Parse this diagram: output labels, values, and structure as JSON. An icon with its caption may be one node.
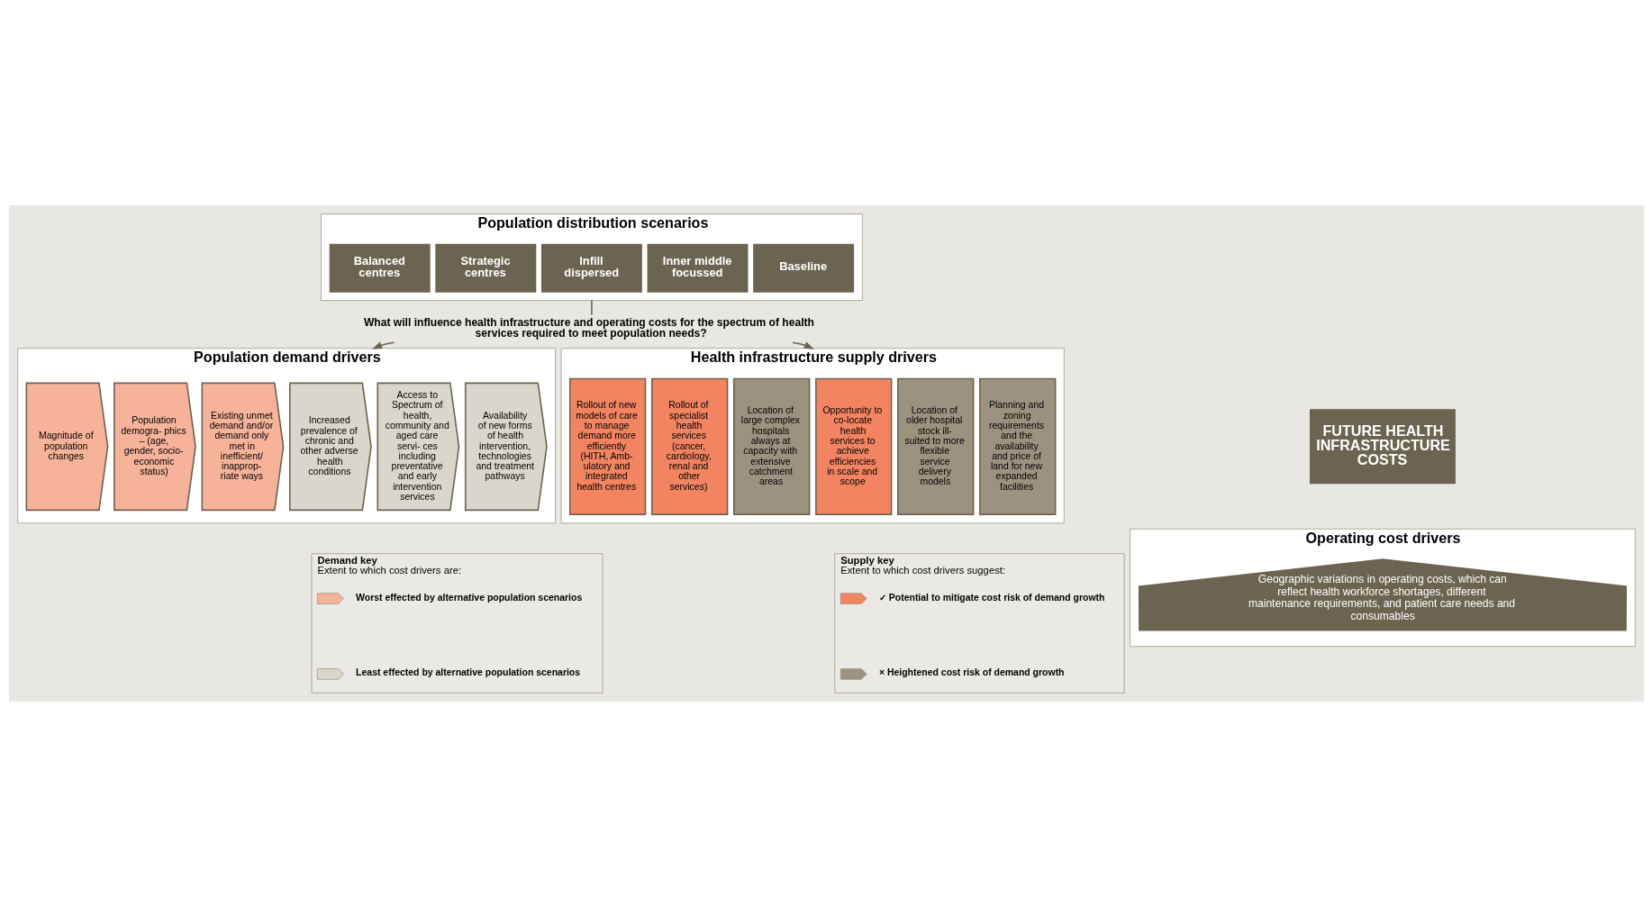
{
  "diagram": {
    "nodes": [
      {
        "text": [
          "Population distribution scenarios"
        ]
      },
      {
        "text": [
          "Balanced centres"
        ],
        "in": 0
      },
      {
        "text": [
          "Strategic centres"
        ],
        "in": 0
      },
      {
        "text": [
          "Infill dispersed"
        ],
        "in": 0
      },
      {
        "text": [
          "Inner middle focussed"
        ],
        "in": 0
      },
      {
        "text": [
          "Baseline"
        ],
        "in": 0
      },
      {
        "text": [
          "What will influence health infrastructure and operating costs for the spectrum of health services required to meet population needs?"
        ]
      },
      {
        "text": [
          "Population demand drivers"
        ]
      },
      {
        "text": [
          "Magnitude of population changes"
        ],
        "in": 7
      },
      {
        "text": [
          "Population demogra- phics – (age, gender, socio- economic status)"
        ],
        "in": 7
      },
      {
        "text": [
          "Existing unmet demand and/or demand only met in inefficient/ inapprop- riate ways"
        ],
        "in": 7
      },
      {
        "text": [
          "Increased prevalence of chronic and other adverse health conditions"
        ],
        "in": 7
      },
      {
        "text": [
          "Access to Spectrum of health, community and aged care servi- ces including preventative and early intervention services"
        ],
        "in": 7
      },
      {
        "text": [
          "Availability of new forms of health intervention, technologies and treatment pathways"
        ],
        "in": 7
      },
      {
        "text": [
          "Health infrastructure supply drivers"
        ]
      },
      {
        "text": [
          "Rollout of new models of care to manage demand more efficiently (HITH, Amb- ulatory and integrated health centres"
        ],
        "in": 14
      },
      {
        "text": [
          "Rollout of specialist health services (cancer, cardiology, renal and other services)"
        ],
        "in": 14
      },
      {
        "text": [
          "Location of large complex hospitals always at capacity with extensive catchment areas"
        ],
        "in": 14
      },
      {
        "text": [
          "Opportunity to co-locate health services to achieve efficiencies in scale and scope"
        ],
        "in": 14
      },
      {
        "text": [
          "Location of older hospital stock ill- suited to more flexible service delivery models"
        ],
        "in": 14
      },
      {
        "text": [
          "Planning and zoning requirements and the availability and price of land for new expanded facilities"
        ],
        "in": 14
      },
      {
        "text": [
          "FUTURE HEALTH INFRASTRUCTURE COSTS"
        ]
      },
      {
        "text": [
          "Demand key",
          "Extent to which cost drivers are:"
        ]
      },
      {
        "text": [
          "Operating cost drivers"
        ]
      },
      {
        "text": [
          "Geographic variations in operating costs, which can reflect health workforce shortages, different maintenance requirements, and patient care needs and consumables"
        ],
        "in": 23
      },
      {
        "text": [
          "Supply key",
          "Extent to which cost drivers suggest:"
        ]
      }
    ],
    "edges": [
      {
        "from": 0,
        "to": 6,
        "arrow": "none"
      },
      {
        "from": 6,
        "to": 7,
        "arrow": "to"
      },
      {
        "from": 6,
        "to": 14,
        "arrow": "to"
      }
    ],
    "legend": [
      {
        "text": "Worst effected by alternative population scenarios",
        "color": "#f7b39a"
      },
      {
        "text": "Least effected by alternative population scenarios",
        "color": "#dad6cc"
      },
      {
        "text": "✓ Potential to mitigate cost risk of demand growth",
        "color": "#f28462"
      },
      {
        "text": "× Heightened cost risk of demand growth",
        "color": "#9c9280"
      }
    ]
  }
}
